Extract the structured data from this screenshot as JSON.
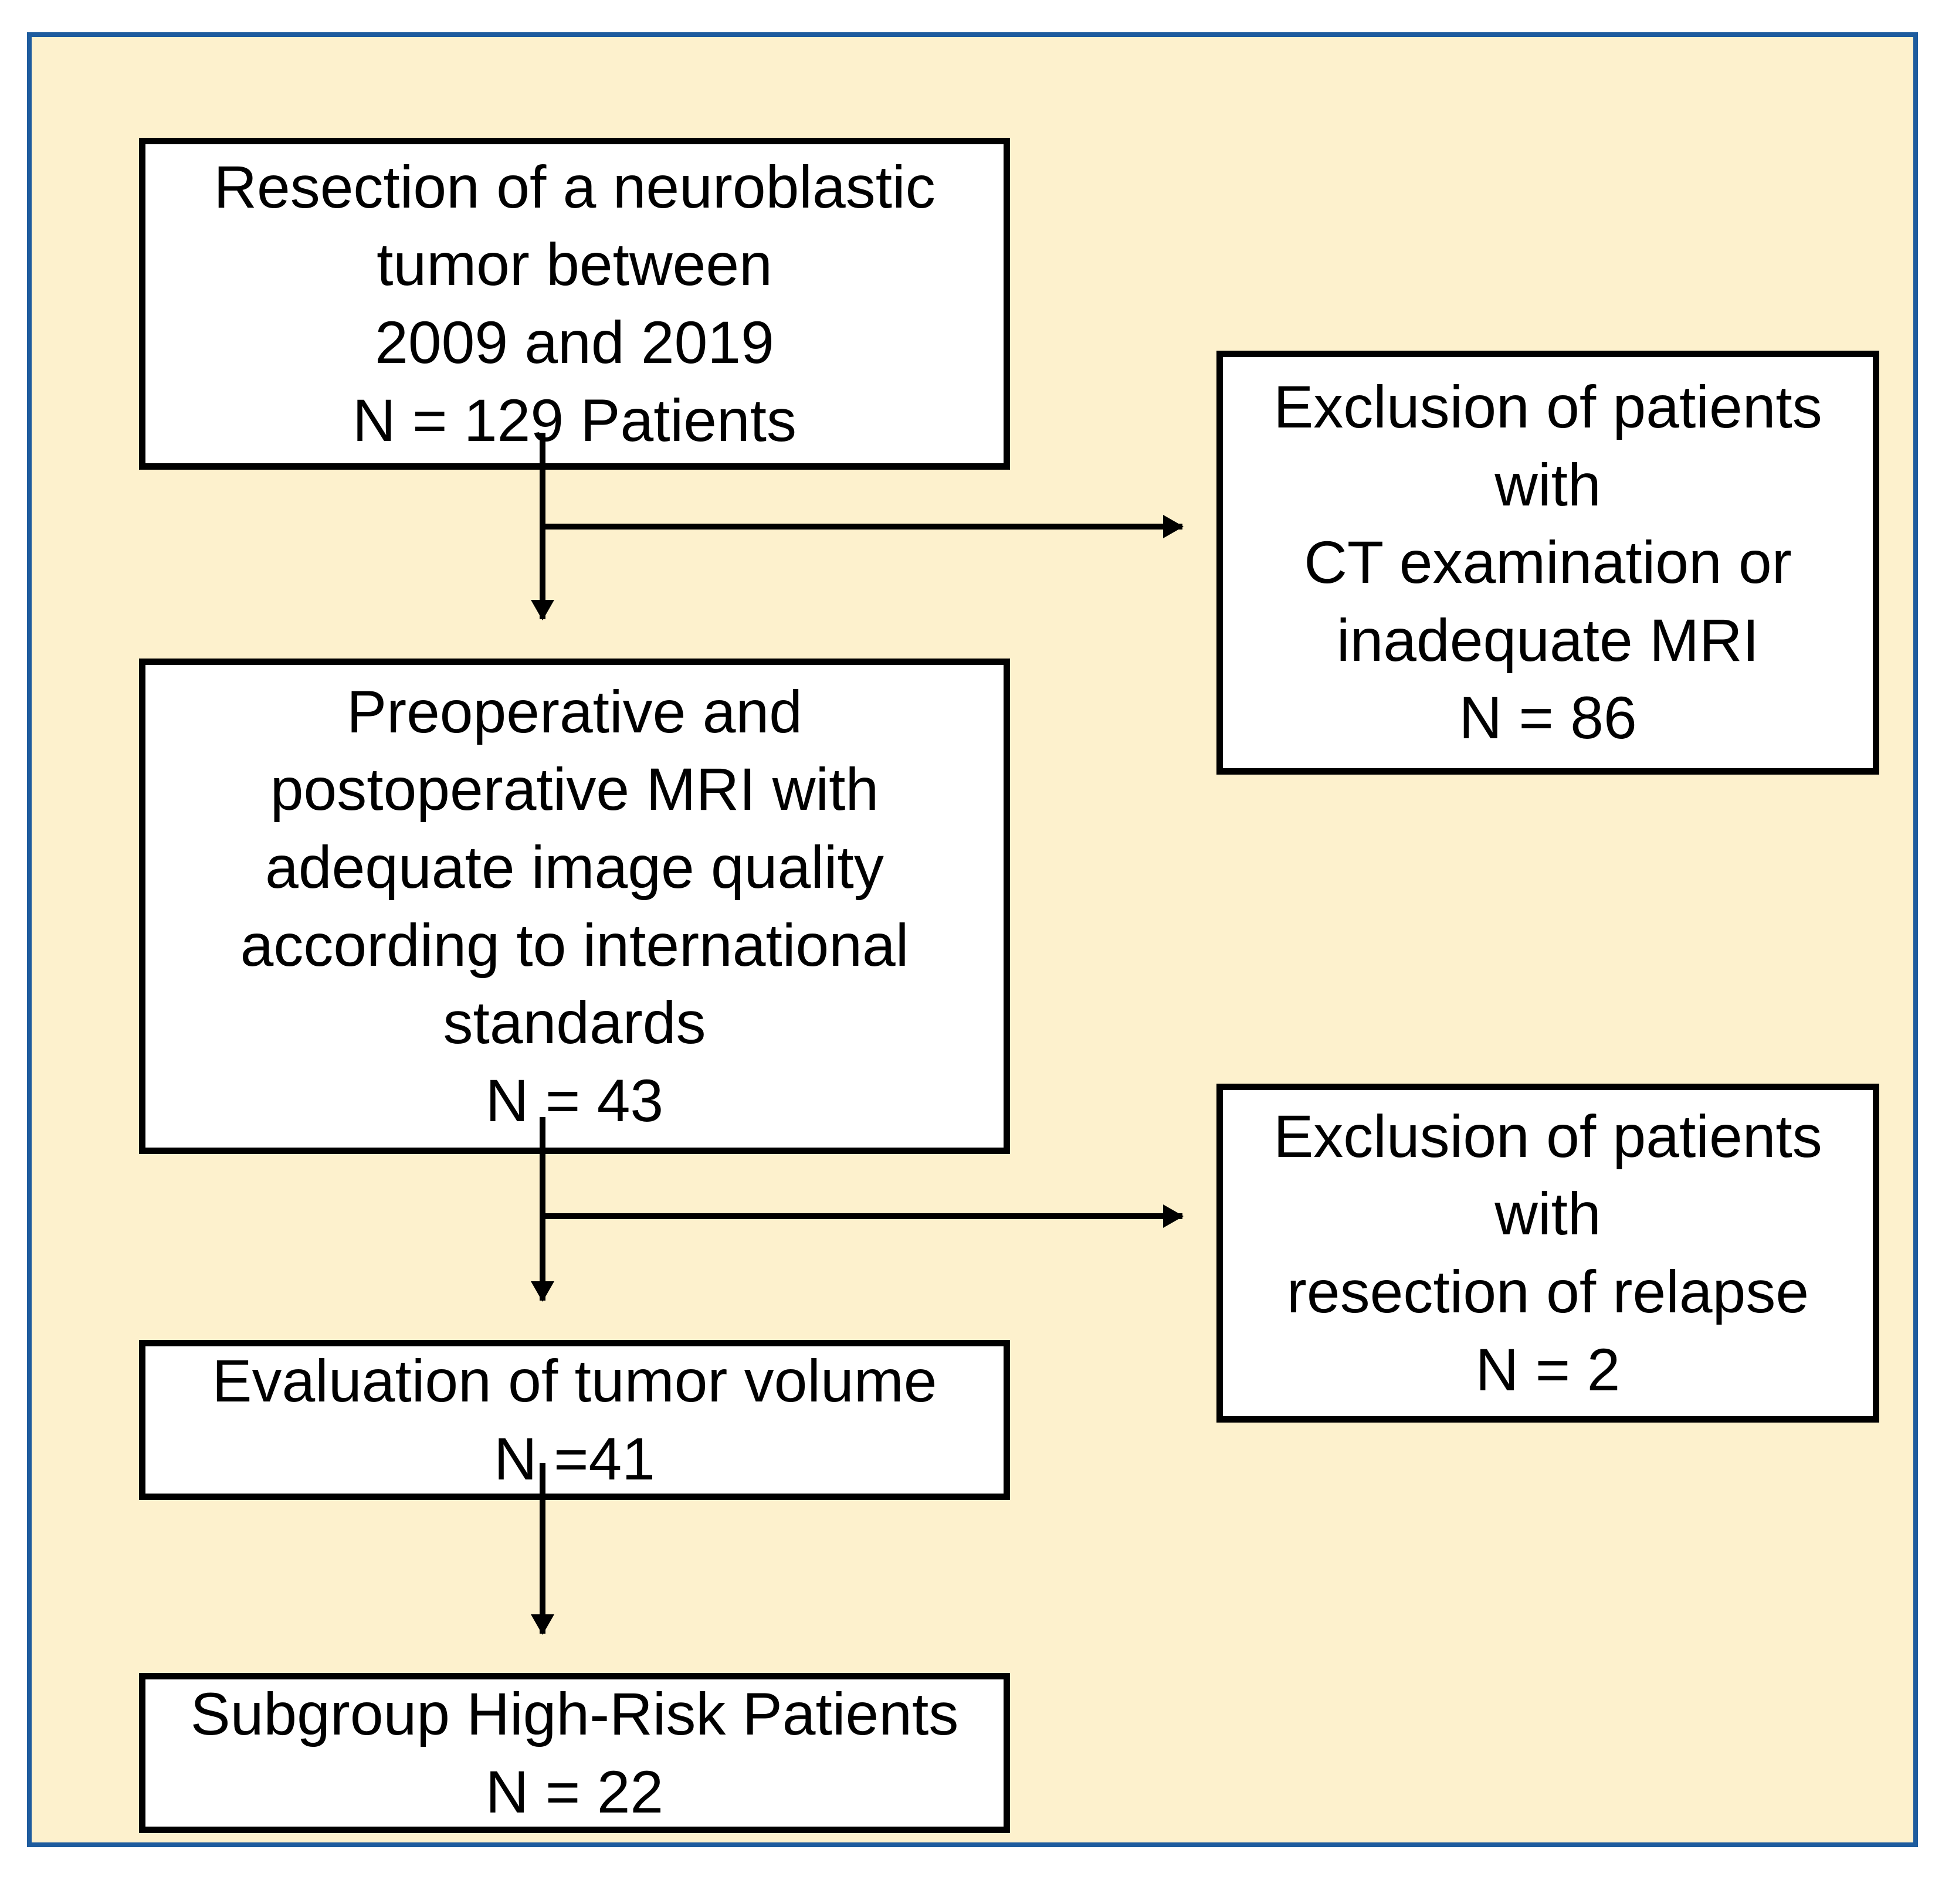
{
  "colors": {
    "page_background": "#ffffff",
    "canvas_background": "#FDF1CD",
    "frame_border": "#1E5C9E",
    "box_background": "#ffffff",
    "box_border": "#000000",
    "arrow": "#000000",
    "text": "#000000"
  },
  "flowchart": {
    "boxes": [
      {
        "id": "resection",
        "text": "Resection of a neuroblastic\ntumor between\n2009 and 2019\nN = 129 Patients"
      },
      {
        "id": "exclusion-ct-mri",
        "text": "Exclusion of patients\nwith\nCT examination or\ninadequate MRI\nN = 86"
      },
      {
        "id": "preop-postop-mri",
        "text": "Preoperative and\npostoperative MRI with\nadequate image quality\naccording to international\nstandards\nN = 43"
      },
      {
        "id": "exclusion-relapse",
        "text": "Exclusion of patients\nwith\nresection of relapse\nN = 2"
      },
      {
        "id": "tumor-volume",
        "text": "Evaluation of tumor volume\nN =41"
      },
      {
        "id": "high-risk-subgroup",
        "text": "Subgroup High-Risk Patients\nN = 22"
      }
    ],
    "connections": [
      {
        "from": "resection",
        "to": "preop-postop-mri",
        "type": "arrow-down"
      },
      {
        "from": "resection",
        "to": "exclusion-ct-mri",
        "type": "arrow-right-branch"
      },
      {
        "from": "preop-postop-mri",
        "to": "tumor-volume",
        "type": "arrow-down"
      },
      {
        "from": "preop-postop-mri",
        "to": "exclusion-relapse",
        "type": "arrow-right-branch"
      },
      {
        "from": "tumor-volume",
        "to": "high-risk-subgroup",
        "type": "arrow-down"
      }
    ]
  }
}
